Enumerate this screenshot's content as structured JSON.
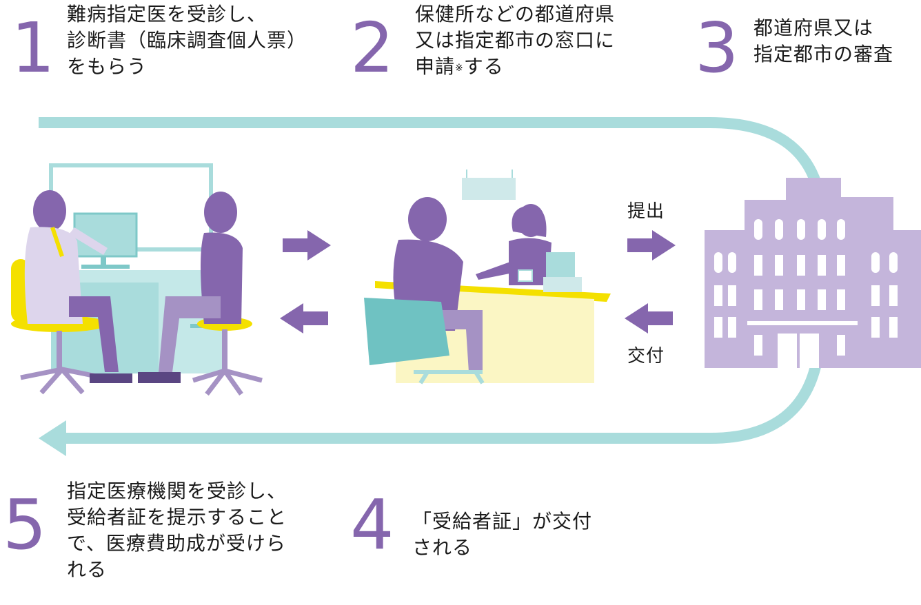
{
  "steps": {
    "s1": {
      "number": "1",
      "lines": [
        "難病指定医を受診し、",
        "診断書（臨床調査個人票）",
        "をもらう"
      ]
    },
    "s2": {
      "number": "2",
      "lines": [
        "保健所などの都道府県",
        "又は指定都市の窓口に"
      ],
      "line3_main": "申請",
      "line3_mark": "※",
      "line3_tail": "する"
    },
    "s3": {
      "number": "3",
      "lines": [
        "都道府県又は",
        "指定都市の審査"
      ]
    },
    "s4": {
      "number": "4",
      "lines": [
        "「受給者証」が交付",
        "される"
      ]
    },
    "s5": {
      "number": "5",
      "lines": [
        "指定医療機関を受診し、",
        "受給者証を提示すること",
        "で、医療費助成が受けら",
        "れる"
      ]
    }
  },
  "arrows": {
    "submit_label": "提出",
    "issue_label": "交付"
  },
  "colors": {
    "purple": "#8566ad",
    "light_purple": "#c4b5db",
    "teal": "#a9dcdc",
    "yellow": "#f4e000",
    "pale_yellow": "#fbf6c4"
  }
}
